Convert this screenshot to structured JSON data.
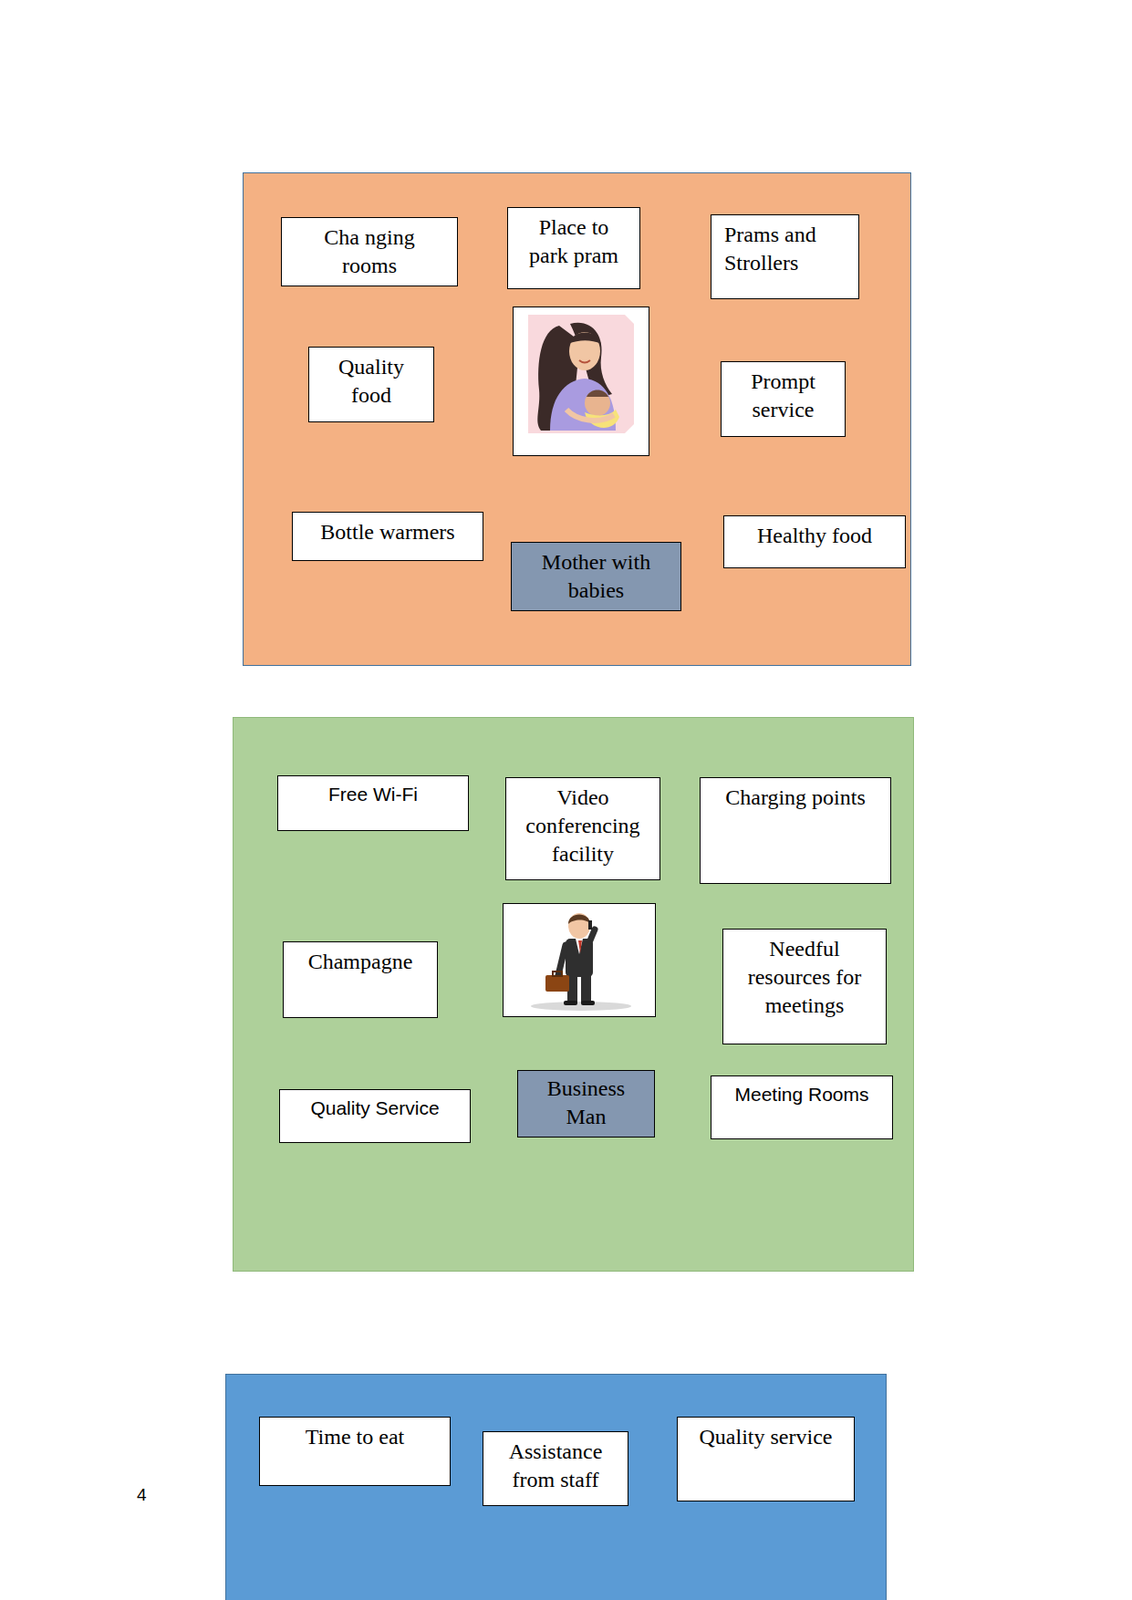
{
  "diagram": {
    "nodes": [
      {
        "text": [
          "Cha nging rooms"
        ]
      },
      {
        "text": [
          "Place to park pram"
        ]
      },
      {
        "text": [
          "Prams and Strollers"
        ]
      },
      {
        "text": [
          "Quality food"
        ]
      },
      {
        "text": [
          "Prompt service"
        ]
      },
      {
        "text": [
          "Bottle warmers"
        ]
      },
      {
        "text": [
          "Mother with babies"
        ]
      },
      {
        "text": [
          "Healthy food"
        ]
      },
      {
        "text": [
          "Free Wi-Fi"
        ]
      },
      {
        "text": [
          "Video conferencing facility"
        ]
      },
      {
        "text": [
          "Charging points"
        ]
      },
      {
        "text": [
          "Champagne"
        ]
      },
      {
        "text": [
          "Needful resources for meetings"
        ]
      },
      {
        "text": [
          "Quality Service"
        ]
      },
      {
        "text": [
          "Business Man"
        ]
      },
      {
        "text": [
          "Meeting Rooms"
        ]
      },
      {
        "text": [
          "Time to eat"
        ]
      },
      {
        "text": [
          "Assistance from staff"
        ]
      },
      {
        "text": [
          "Quality service"
        ]
      }
    ],
    "labels": [
      "4"
    ]
  }
}
